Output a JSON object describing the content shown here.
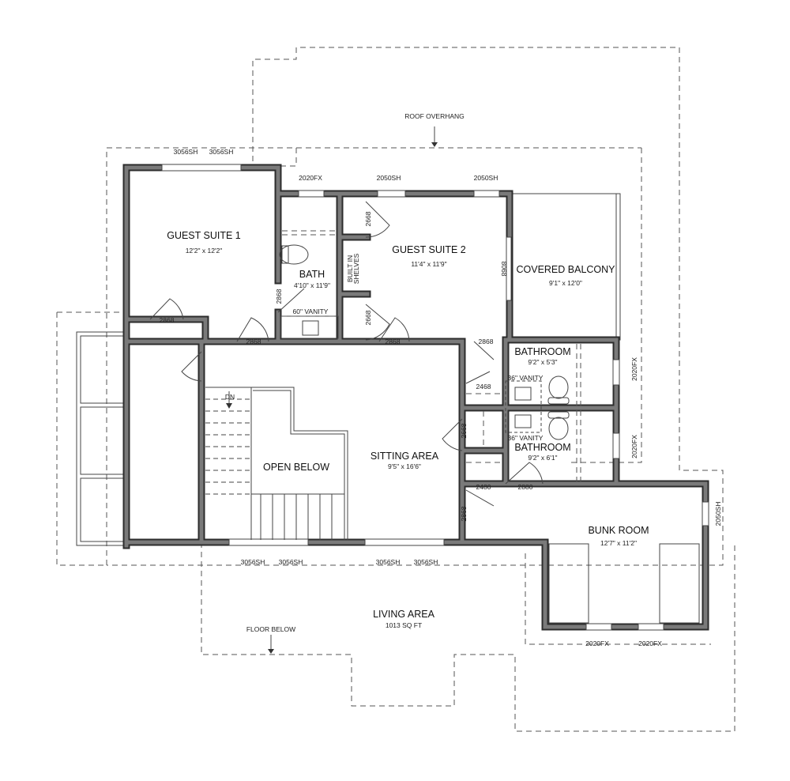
{
  "annotations": {
    "roof_overhang": "ROOF OVERHANG",
    "floor_below": "FLOOR BELOW"
  },
  "rooms": {
    "guest_suite_1": {
      "name": "GUEST SUITE 1",
      "size": "12'2\" x 12'2\""
    },
    "bath": {
      "name": "BATH",
      "size": "4'10\" x 11'9\""
    },
    "guest_suite_2": {
      "name": "GUEST SUITE 2",
      "size": "11'4\" x 11'9\""
    },
    "covered_balcony": {
      "name": "COVERED BALCONY",
      "size": "9'1\" x 12'0\""
    },
    "bathroom_1": {
      "name": "BATHROOM",
      "size": "9'2\" x 5'3\""
    },
    "bathroom_2": {
      "name": "BATHROOM",
      "size": "9'2\" x 6'1\""
    },
    "sitting_area": {
      "name": "SITTING AREA",
      "size": "9'5\" x 16'6\""
    },
    "open_below": {
      "name": "OPEN BELOW"
    },
    "bunk_room": {
      "name": "BUNK ROOM",
      "size": "12'7\" x 11'2\""
    },
    "living_area": {
      "name": "LIVING AREA",
      "size": "1013 SQ FT"
    }
  },
  "fixtures": {
    "vanity_60": "60\" VANITY",
    "vanity_36a": "36\" VANITY",
    "vanity_36b": "36\" VANITY",
    "built_in_1": "BUILT IN",
    "built_in_2": "SHELVES",
    "stair_dn": "DN"
  },
  "windows": [
    "3056SH",
    "3056SH",
    "2020FX",
    "2050SH",
    "2050SH",
    "2020FX",
    "2020FX",
    "2050SH",
    "3056SH",
    "3056SH",
    "3056SH",
    "3056SH",
    "2020FX",
    "2020FX"
  ],
  "doors": [
    "2868",
    "2868",
    "2868",
    "2668",
    "2668",
    "2868",
    "8068",
    "2868",
    "2468",
    "2668",
    "2480",
    "2880",
    "2868"
  ]
}
